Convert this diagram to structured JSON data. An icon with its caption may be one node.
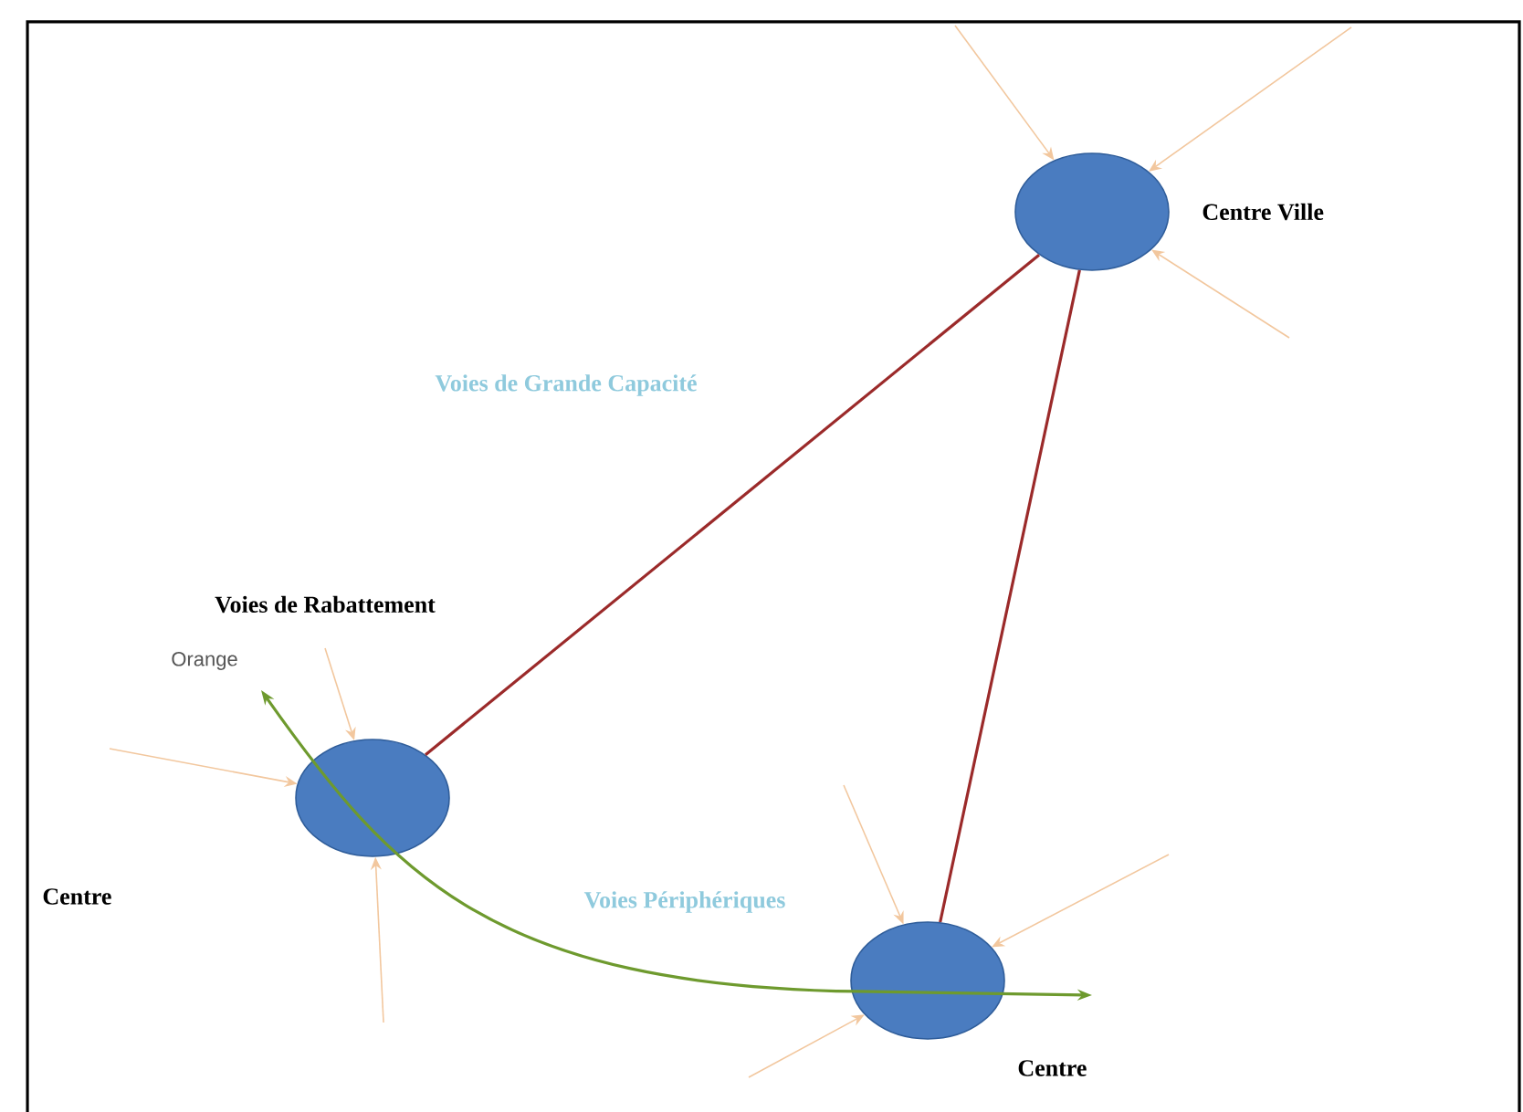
{
  "diagram": {
    "nodes": [
      {
        "text": [],
        "shape": "circle",
        "beside": [
          "Centre Ville"
        ]
      },
      {
        "text": [],
        "shape": "circle"
      },
      {
        "text": [],
        "shape": "circle",
        "beside": [
          "Centre"
        ]
      }
    ],
    "edges": [
      {
        "from": 1,
        "to": 0,
        "arrow": "none",
        "label": "Voies de Grande Capacité",
        "color": "#9b2a2a"
      },
      {
        "from": 2,
        "to": 0,
        "arrow": "none",
        "color": "#9b2a2a"
      },
      {
        "from": null,
        "to": 0,
        "arrow": "to"
      },
      {
        "from": null,
        "to": 0,
        "arrow": "to"
      },
      {
        "from": null,
        "to": 0,
        "arrow": "to"
      },
      {
        "from": null,
        "to": 1,
        "arrow": "to"
      },
      {
        "from": null,
        "to": 1,
        "arrow": "to"
      },
      {
        "from": null,
        "to": 1,
        "arrow": "to"
      },
      {
        "from": null,
        "to": 2,
        "arrow": "to"
      },
      {
        "from": null,
        "to": 2,
        "arrow": "to"
      },
      {
        "from": null,
        "to": 2,
        "arrow": "to"
      }
    ],
    "labels": [
      "Voies de Rabattement",
      "Orange",
      "Centre",
      "Voies Périphériques"
    ]
  }
}
